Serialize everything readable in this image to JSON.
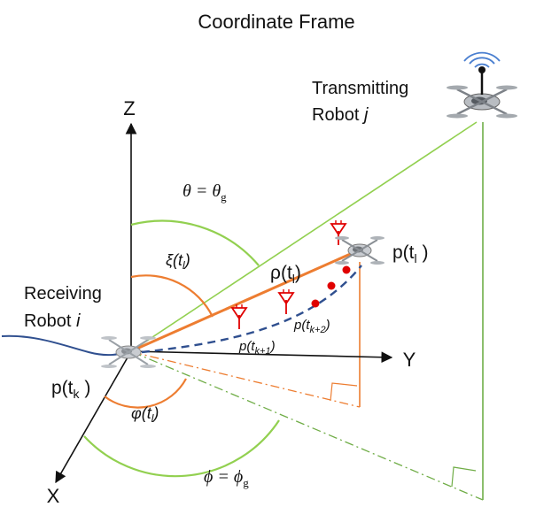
{
  "title": "Coordinate Frame",
  "axes": {
    "z": "Z",
    "y": "Y",
    "x": "X"
  },
  "transmitter": {
    "line1": "Transmitting",
    "line2": "Robot ",
    "robot_var": "j"
  },
  "receiver": {
    "line1": "Receiving",
    "line2": "Robot ",
    "robot_var": "i"
  },
  "labels": {
    "theta": "θ = θ",
    "theta_sub": "g",
    "phi": "ϕ = ϕ",
    "phi_sub": "g",
    "xi": "ξ(t",
    "xi_sub": "l",
    "xi_close": ")",
    "vphi": "φ(t",
    "vphi_sub": "l",
    "vphi_close": ")",
    "rho": "ρ(t",
    "rho_sub": "l",
    "rho_close": ")",
    "p_tk": "p(t",
    "p_tk_sub": "k",
    "p_tk_close": " )",
    "p_tl": "p(t",
    "p_tl_sub": "l",
    "p_tl_close": " )",
    "p_tk1": "p(t",
    "p_tk1_sub": "k+1",
    "p_tk1_close": ")",
    "p_tk2": "p(t",
    "p_tk2_sub": "k+2",
    "p_tk2_close": ")"
  },
  "colors": {
    "orange": "#ed7d31",
    "green": "#92d050",
    "green_line": "#70ad47",
    "blue_path": "#2f4f8f",
    "red": "#e00000",
    "axis": "#111111"
  }
}
